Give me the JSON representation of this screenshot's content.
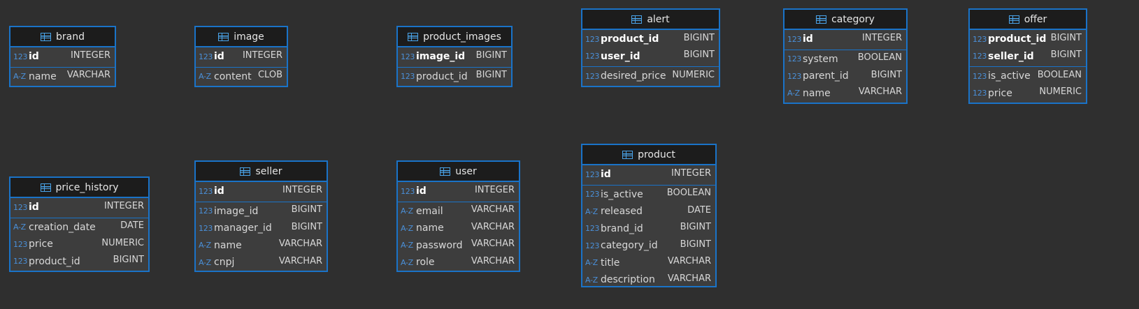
{
  "tables": {
    "brand": {
      "name": "brand",
      "keys": [
        {
          "name": "id",
          "type": "INTEGER",
          "icon": "123"
        }
      ],
      "columns": [
        {
          "name": "name",
          "type": "VARCHAR",
          "icon": "A-Z"
        }
      ]
    },
    "image": {
      "name": "image",
      "keys": [
        {
          "name": "id",
          "type": "INTEGER",
          "icon": "123"
        }
      ],
      "columns": [
        {
          "name": "content",
          "type": "CLOB",
          "icon": "A-Z"
        }
      ]
    },
    "product_images": {
      "name": "product_images",
      "keys": [
        {
          "name": "image_id",
          "type": "BIGINT",
          "icon": "123"
        }
      ],
      "columns": [
        {
          "name": "product_id",
          "type": "BIGINT",
          "icon": "123"
        }
      ]
    },
    "alert": {
      "name": "alert",
      "keys": [
        {
          "name": "product_id",
          "type": "BIGINT",
          "icon": "123"
        },
        {
          "name": "user_id",
          "type": "BIGINT",
          "icon": "123"
        }
      ],
      "columns": [
        {
          "name": "desired_price",
          "type": "NUMERIC",
          "icon": "123"
        }
      ]
    },
    "category": {
      "name": "category",
      "keys": [
        {
          "name": "id",
          "type": "INTEGER",
          "icon": "123"
        }
      ],
      "columns": [
        {
          "name": "system",
          "type": "BOOLEAN",
          "icon": "123"
        },
        {
          "name": "parent_id",
          "type": "BIGINT",
          "icon": "123"
        },
        {
          "name": "name",
          "type": "VARCHAR",
          "icon": "A-Z"
        }
      ]
    },
    "offer": {
      "name": "offer",
      "keys": [
        {
          "name": "product_id",
          "type": "BIGINT",
          "icon": "123"
        },
        {
          "name": "seller_id",
          "type": "BIGINT",
          "icon": "123"
        }
      ],
      "columns": [
        {
          "name": "is_active",
          "type": "BOOLEAN",
          "icon": "123"
        },
        {
          "name": "price",
          "type": "NUMERIC",
          "icon": "123"
        }
      ]
    },
    "price_history": {
      "name": "price_history",
      "keys": [
        {
          "name": "id",
          "type": "INTEGER",
          "icon": "123"
        }
      ],
      "columns": [
        {
          "name": "creation_date",
          "type": "DATE",
          "icon": "A-Z"
        },
        {
          "name": "price",
          "type": "NUMERIC",
          "icon": "123"
        },
        {
          "name": "product_id",
          "type": "BIGINT",
          "icon": "123"
        }
      ]
    },
    "seller": {
      "name": "seller",
      "keys": [
        {
          "name": "id",
          "type": "INTEGER",
          "icon": "123"
        }
      ],
      "columns": [
        {
          "name": "image_id",
          "type": "BIGINT",
          "icon": "123"
        },
        {
          "name": "manager_id",
          "type": "BIGINT",
          "icon": "123"
        },
        {
          "name": "name",
          "type": "VARCHAR",
          "icon": "A-Z"
        },
        {
          "name": "cnpj",
          "type": "VARCHAR",
          "icon": "A-Z"
        }
      ]
    },
    "user": {
      "name": "user",
      "keys": [
        {
          "name": "id",
          "type": "INTEGER",
          "icon": "123"
        }
      ],
      "columns": [
        {
          "name": "email",
          "type": "VARCHAR",
          "icon": "A-Z"
        },
        {
          "name": "name",
          "type": "VARCHAR",
          "icon": "A-Z"
        },
        {
          "name": "password",
          "type": "VARCHAR",
          "icon": "A-Z"
        },
        {
          "name": "role",
          "type": "VARCHAR",
          "icon": "A-Z"
        }
      ]
    },
    "product": {
      "name": "product",
      "keys": [
        {
          "name": "id",
          "type": "INTEGER",
          "icon": "123"
        }
      ],
      "columns": [
        {
          "name": "is_active",
          "type": "BOOLEAN",
          "icon": "123"
        },
        {
          "name": "released",
          "type": "DATE",
          "icon": "A-Z"
        },
        {
          "name": "brand_id",
          "type": "BIGINT",
          "icon": "123"
        },
        {
          "name": "category_id",
          "type": "BIGINT",
          "icon": "123"
        },
        {
          "name": "title",
          "type": "VARCHAR",
          "icon": "A-Z"
        },
        {
          "name": "description",
          "type": "VARCHAR",
          "icon": "A-Z"
        }
      ]
    }
  },
  "colors": {
    "background": "#2f2f2f",
    "border": "#1a73c8",
    "header": "#1c1c1c",
    "body": "#3d3d3d",
    "icon": "#4a90d9"
  }
}
